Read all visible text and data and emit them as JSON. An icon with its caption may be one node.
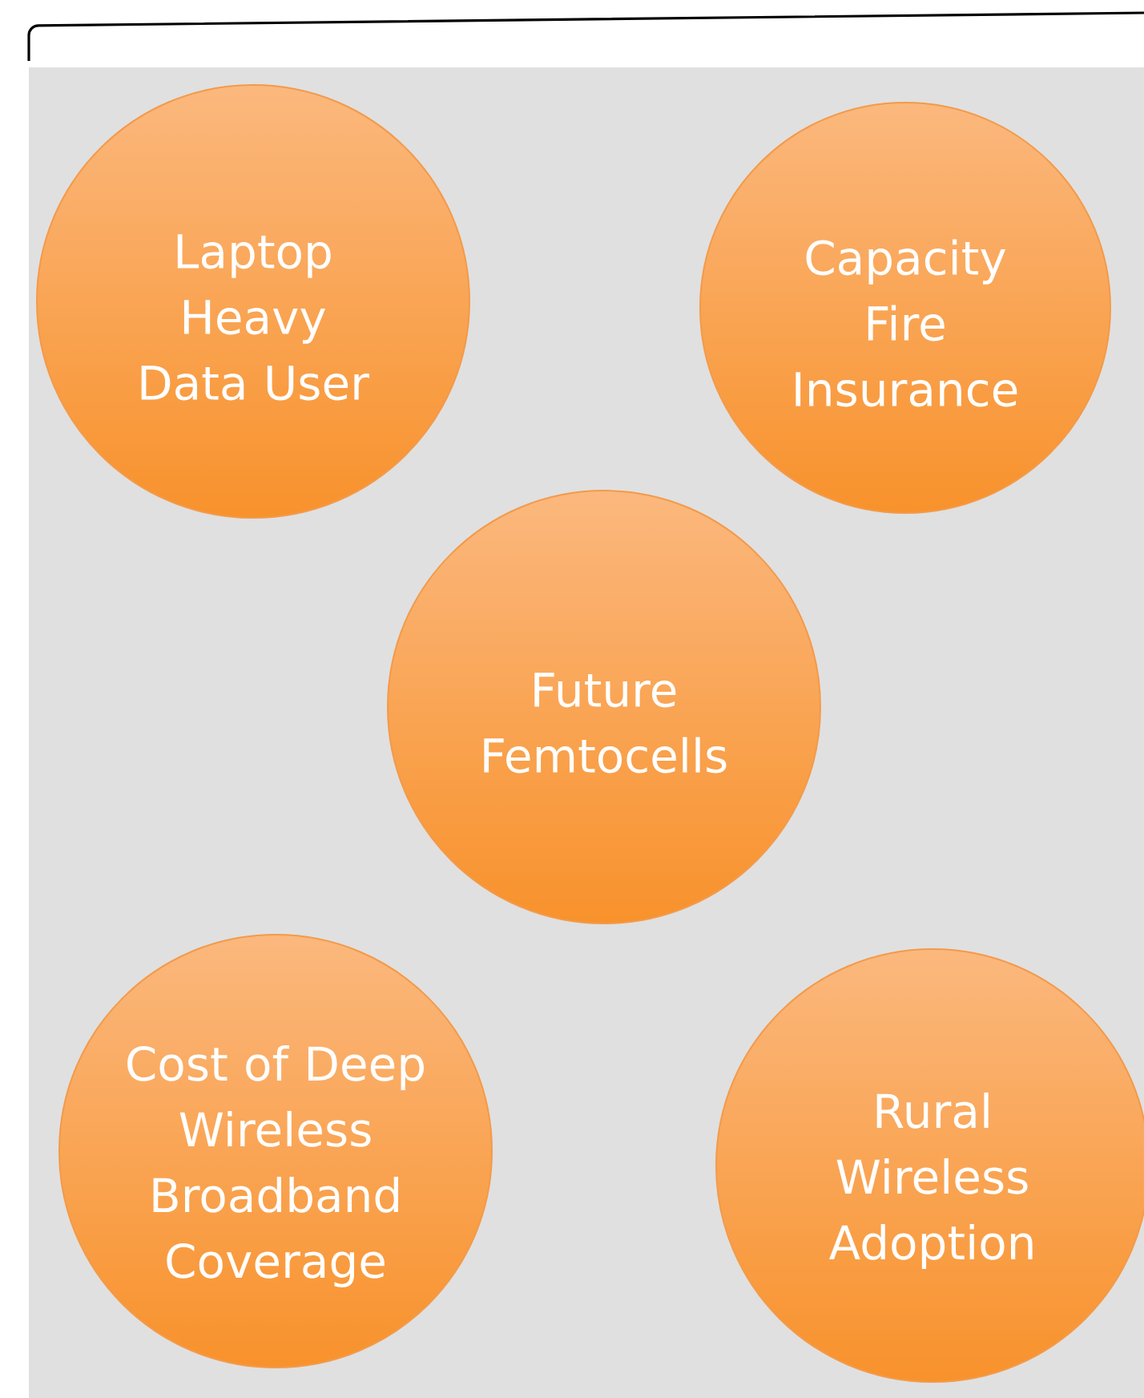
{
  "diagram": {
    "nodes": [
      {
        "text": [
          "Laptop Heavy Data User"
        ]
      },
      {
        "text": [
          "Capacity Fire Insurance"
        ]
      },
      {
        "text": [
          "Future Femtocells"
        ]
      },
      {
        "text": [
          "Cost of Deep Wireless Broadband Coverage"
        ]
      },
      {
        "text": [
          "Rural Wireless Adoption"
        ]
      }
    ]
  }
}
